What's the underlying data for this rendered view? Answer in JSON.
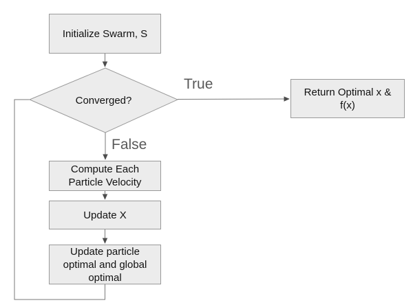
{
  "diagram": {
    "nodes": {
      "initialize": {
        "label": "Initialize Swarm, S"
      },
      "converged": {
        "label": "Converged?"
      },
      "return_optimal": {
        "label": "Return Optimal x &\nf(x)"
      },
      "compute_velocity": {
        "label": "Compute Each\nParticle Velocity"
      },
      "update_x": {
        "label": "Update X"
      },
      "update_optimal": {
        "label": "Update particle\noptimal and global\noptimal"
      }
    },
    "edge_labels": {
      "true": "True",
      "false": "False"
    },
    "colors": {
      "background": "#ffffff",
      "node_fill": "#ececec",
      "node_border": "#999999",
      "node_text": "#111111",
      "edge_line": "#7a7a7a",
      "arrowhead": "#4d4d4d",
      "edge_label_text": "#595959"
    }
  }
}
